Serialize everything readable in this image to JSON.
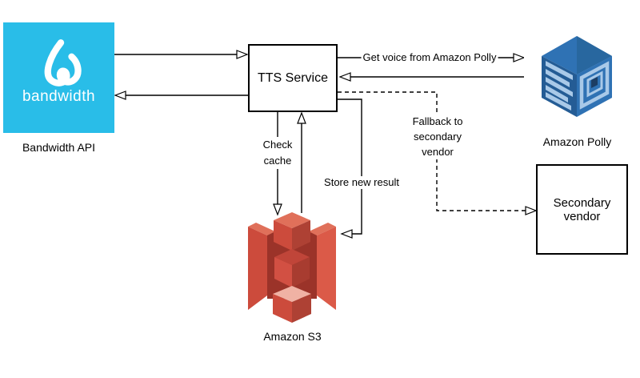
{
  "diagram_title": "",
  "nodes": {
    "bandwidth": {
      "wordmark": "bandwidth",
      "caption": "Bandwidth API",
      "brand_color": "#29BDE8"
    },
    "tts_service": {
      "label": "TTS Service"
    },
    "amazon_polly": {
      "caption": "Amazon Polly",
      "brand_color": "#2F72B4"
    },
    "secondary_vendor": {
      "label": "Secondary vendor"
    },
    "amazon_s3": {
      "caption": "Amazon S3",
      "brand_color": "#CC4B3C"
    }
  },
  "edges": {
    "request": {
      "from": "Bandwidth API",
      "to": "TTS Service",
      "style": "solid",
      "label": ""
    },
    "response": {
      "from": "TTS Service",
      "to": "Bandwidth API",
      "style": "solid",
      "label": ""
    },
    "get_voice": {
      "from": "TTS Service",
      "to": "Amazon Polly",
      "style": "solid",
      "label": "Get voice from Amazon Polly"
    },
    "polly_return": {
      "from": "Amazon Polly",
      "to": "TTS Service",
      "style": "solid",
      "label": ""
    },
    "fallback": {
      "from": "TTS Service",
      "to": "Secondary vendor",
      "style": "dashed",
      "label_lines": [
        "Fallback to",
        "secondary",
        "vendor"
      ]
    },
    "check_cache": {
      "from": "TTS Service",
      "to": "Amazon S3",
      "style": "solid",
      "label_lines": [
        "Check",
        "cache"
      ]
    },
    "cache_return": {
      "from": "Amazon S3",
      "to": "TTS Service",
      "style": "solid",
      "label": ""
    },
    "store_result": {
      "from": "TTS Service",
      "to": "Amazon S3",
      "style": "solid",
      "label": "Store new result"
    }
  },
  "colors": {
    "line": "#000000",
    "box_border": "#000000",
    "background": "#ffffff",
    "s3_red_medium": "#CC4B3C",
    "s3_red_dark": "#AE4134",
    "s3_red_light": "#E0705A",
    "s3_red_pale": "#F0B2A4",
    "polly_blue_medium": "#2F72B4",
    "polly_blue_dark": "#245C95",
    "polly_blue_light": "#A9C9E8",
    "bandwidth_cyan": "#29BDE8"
  }
}
